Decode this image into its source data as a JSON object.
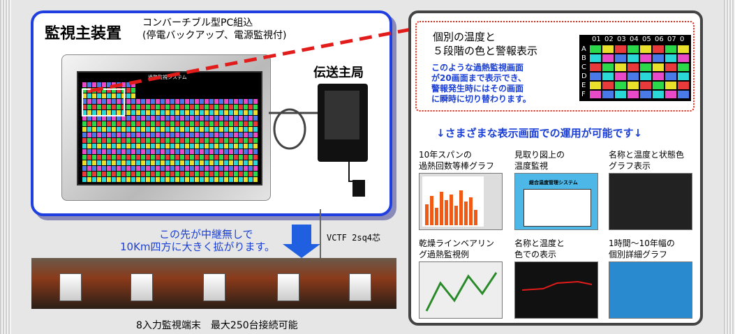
{
  "left": {
    "title": "監視主装置",
    "sub1": "コンバーチブル型PC組込",
    "sub2": "(停電バックアップ、電源監視付)",
    "transmitter": "伝送主局",
    "relay_line1": "この先が中継無しで",
    "relay_line2": "10Km四方に大きく拡がります。",
    "cable": "VCTF 2sq4芯",
    "terminal_caption": "8入力監視端末　最大250台接続可能",
    "screen_title": "過熱監視システム"
  },
  "right": {
    "heading1": "個別の温度と",
    "heading2": "５段階の色と警報表示",
    "note1": "このような過熱監視画面",
    "note2": "が20画面まで表示でき、",
    "note3": "警報発生時にはその画面",
    "note4": "に瞬時に切り替わります。",
    "matrix_cols": [
      "01",
      "02",
      "03",
      "04",
      "05",
      "06",
      "07",
      "0"
    ],
    "matrix_rows": [
      "A",
      "B",
      "C",
      "D",
      "E",
      "F"
    ],
    "banner": "↓さまざまな表示画面での運用が可能です↓",
    "thumbs": [
      {
        "label1": "10年スパンの",
        "label2": "過熱回数等棒グラフ"
      },
      {
        "label1": "見取り図上の",
        "label2": "温度監視"
      },
      {
        "label1": "名称と温度と状態色",
        "label2": "グラフ表示"
      },
      {
        "label1": "乾燥ラインベアリン",
        "label2": "グ過熱監視例"
      },
      {
        "label1": "名称と温度と",
        "label2": "色での表示"
      },
      {
        "label1": "1時間～10年幅の",
        "label2": "個別詳細グラフ"
      }
    ],
    "thumb2_title": "総合温度管理システム"
  },
  "colors": {
    "blue": "#1f3fe0",
    "red": "#e21b1b"
  }
}
